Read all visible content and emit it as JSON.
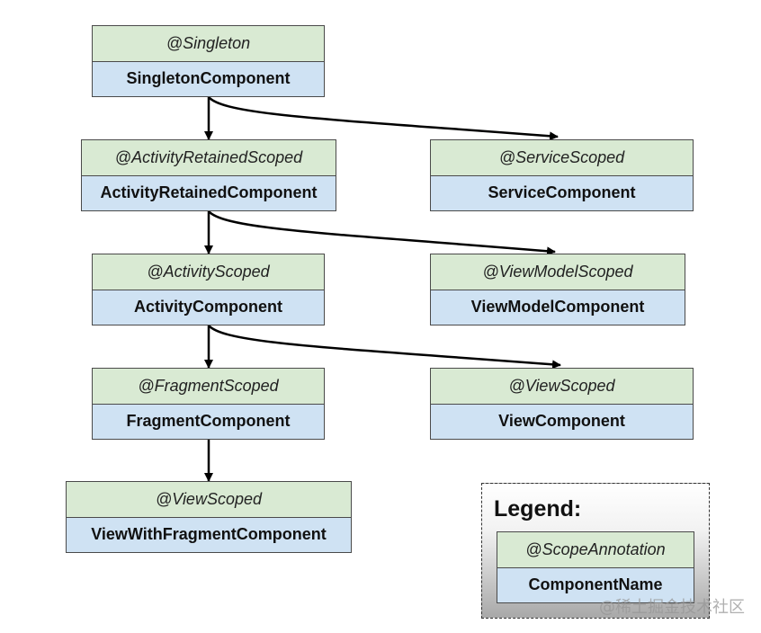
{
  "nodes": {
    "singleton": {
      "scope": "@Singleton",
      "component": "SingletonComponent"
    },
    "activity_retained": {
      "scope": "@ActivityRetainedScoped",
      "component": "ActivityRetainedComponent"
    },
    "service": {
      "scope": "@ServiceScoped",
      "component": "ServiceComponent"
    },
    "activity": {
      "scope": "@ActivityScoped",
      "component": "ActivityComponent"
    },
    "view_model": {
      "scope": "@ViewModelScoped",
      "component": "ViewModelComponent"
    },
    "fragment": {
      "scope": "@FragmentScoped",
      "component": "FragmentComponent"
    },
    "view": {
      "scope": "@ViewScoped",
      "component": "ViewComponent"
    },
    "view_with_fragment": {
      "scope": "@ViewScoped",
      "component": "ViewWithFragmentComponent"
    }
  },
  "legend": {
    "title": "Legend:",
    "scope": "@ScopeAnnotation",
    "component": "ComponentName"
  },
  "watermark": "@稀土掘金技术社区",
  "colors": {
    "scope_fill": "#d9ead3",
    "component_fill": "#cfe2f3",
    "border": "#4a4a4a",
    "arrow": "#000000"
  }
}
